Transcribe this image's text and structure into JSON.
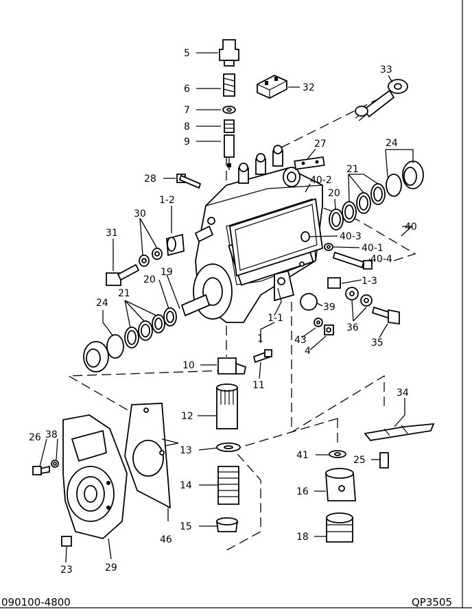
{
  "labels": {
    "p5": "5",
    "p6": "6",
    "p7": "7",
    "p8": "8",
    "p9": "9",
    "p32": "32",
    "p33": "33",
    "p27": "27",
    "p28": "28",
    "p24a": "24",
    "p21a": "21",
    "p20a": "20",
    "p40_2": "40-2",
    "p40": "40",
    "p40_3": "40-3",
    "p40_1": "40-1",
    "p40_4": "40-4",
    "p1_2": "1-2",
    "p30": "30",
    "p31": "31",
    "p20b": "20",
    "p19": "19",
    "p21b": "21",
    "p24b": "24",
    "p1_3": "1-3",
    "p39": "39",
    "p1_1": "1-1",
    "p36": "36",
    "p35": "35",
    "p43": "43",
    "p4": "4",
    "p1": "1",
    "p10": "10",
    "p11": "11",
    "p34": "34",
    "p12": "12",
    "p26": "26",
    "p38": "38",
    "p13": "13",
    "p41": "41",
    "p25": "25",
    "p14": "14",
    "p16": "16",
    "p15": "15",
    "p18": "18",
    "p46": "46",
    "p23": "23",
    "p29": "29"
  },
  "footer": {
    "left_code": "090100-4800",
    "right_code": "QP3505"
  }
}
